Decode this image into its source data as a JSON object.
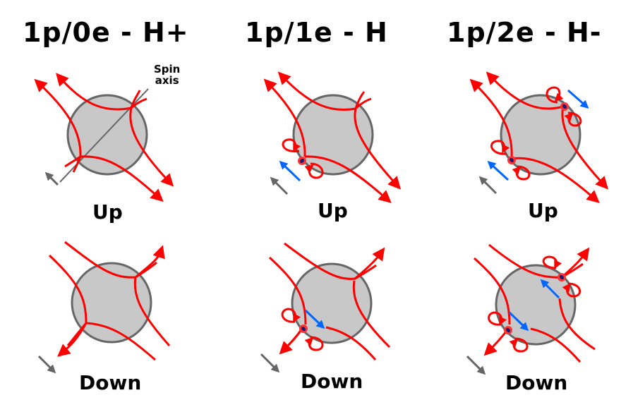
{
  "columns": [
    {
      "title": "1p/0e - H+",
      "up_label": "Up",
      "down_label": "Down",
      "protons": 1,
      "electrons": 0
    },
    {
      "title": "1p/1e - H",
      "up_label": "Up",
      "down_label": "Down",
      "protons": 1,
      "electrons": 1
    },
    {
      "title": "1p/2e - H-",
      "up_label": "Up",
      "down_label": "Down",
      "protons": 1,
      "electrons": 2
    }
  ],
  "annotations": {
    "spin_axis_line1": "Spin",
    "spin_axis_line2": "axis"
  },
  "colors": {
    "field_lines": "#ff0000",
    "nucleus_fill": "#c8c8c8",
    "nucleus_stroke": "#666666",
    "spin_arrow": "#666666",
    "electron_arrow": "#0066ff",
    "electron_core": "#1a1a6e"
  }
}
